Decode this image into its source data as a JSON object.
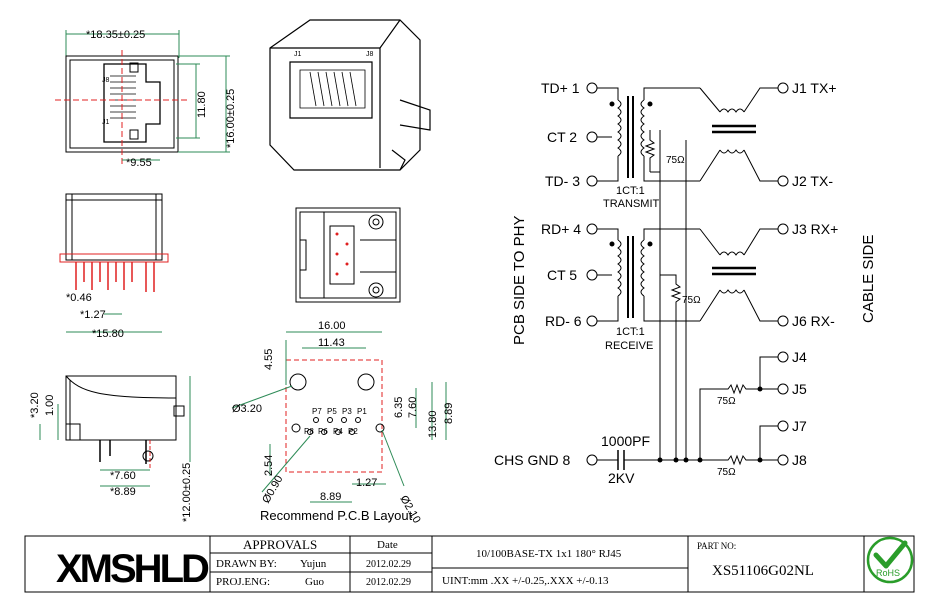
{
  "dimensions": {
    "front_width": "*18.35±0.25",
    "front_height_inner": "11.80",
    "front_height_total": "*16.00±0.25",
    "front_offset": "*9.55",
    "pin_j8_front": "J8",
    "pin_j1_front": "J1",
    "pin_j1_iso": "J1",
    "pin_j8_iso": "J8",
    "pin_diameter": "*0.46",
    "pin_pitch": "*1.27",
    "side_width": "*15.80",
    "side_h1": "*3.20",
    "side_h2": "1.00",
    "side_h3": "*12.00±0.25",
    "side_pos1": "*7.60",
    "side_pos2": "*8.89"
  },
  "pcb_layout": {
    "w_total": "16.00",
    "w_inner": "11.43",
    "h_top": "4.55",
    "hole_big": "Ø3.20",
    "v1": "6.35",
    "v2": "7.60",
    "v3": "13.80",
    "v4": "8.89",
    "h_left": "2.54",
    "pin_small": "Ø0.90",
    "pin_pitch": "1.27",
    "shield_hole": "Ø2.10",
    "bottom_width": "8.89",
    "pins_top": [
      "P7",
      "P5",
      "P3",
      "P1"
    ],
    "pins_bottom": [
      "P8",
      "P6",
      "P4",
      "P2"
    ],
    "caption": "Recommend P.C.B Layout"
  },
  "schematic": {
    "left_pins": [
      {
        "label": "TD+ 1"
      },
      {
        "label": "CT  2"
      },
      {
        "label": "TD- 3"
      },
      {
        "label": "RD+ 4"
      },
      {
        "label": "CT  5"
      },
      {
        "label": "RD- 6"
      }
    ],
    "right_pins": [
      {
        "label": "J1 TX+"
      },
      {
        "label": "J2 TX-"
      },
      {
        "label": "J3 RX+"
      },
      {
        "label": "J6 RX-"
      },
      {
        "label": "J4"
      },
      {
        "label": "J5"
      },
      {
        "label": "J7"
      },
      {
        "label": "J8"
      }
    ],
    "tx_ratio": "1CT:1",
    "tx_name": "TRANSMIT",
    "rx_ratio": "1CT:1",
    "rx_name": "RECEIVE",
    "r_tx": "75Ω",
    "r_rx": "75Ω",
    "r_j45": "75Ω",
    "r_j78": "75Ω",
    "cap_value": "1000PF",
    "cap_voltage": "2KV",
    "chs_gnd": "CHS GND 8",
    "pcb_side": "PCB SIDE TO PHY",
    "cable_side": "CABLE SIDE"
  },
  "title_block": {
    "logo": "XMSHLD",
    "approvals": "APPROVALS",
    "date_header": "Date",
    "drawn_by_label": "DRAWN BY:",
    "drawn_by": "Yujun",
    "drawn_date": "2012.02.29",
    "proj_eng_label": "PROJ.ENG:",
    "proj_eng": "Guo",
    "proj_date": "2012.02.29",
    "description": "10/100BASE-TX 1x1 180° RJ45",
    "tolerance": "UINT:mm .XX +/-0.25,.XXX +/-0.13",
    "part_no_label": "PART NO:",
    "part_no": "XS51106G02NL",
    "rohs": "RoHS"
  },
  "colors": {
    "line": "#000000",
    "dim_green": "#2e8b57",
    "center_red": "#e02020",
    "rohs_green": "#2a9d2a"
  }
}
